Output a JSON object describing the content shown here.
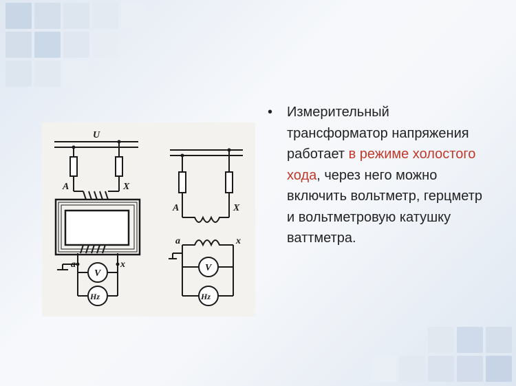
{
  "slide": {
    "diagram_labels": {
      "voltage": "U",
      "terminal_A_left": "A",
      "terminal_X_left": "X",
      "terminal_a_left": "a",
      "terminal_x_left": "x",
      "voltmeter_left": "V",
      "hz_left": "Hz",
      "terminal_A_right": "A",
      "terminal_X_right": "X",
      "terminal_a_right": "a",
      "terminal_x_right": "x",
      "voltmeter_right": "V",
      "hz_right": "Hz"
    },
    "bullet_symbol": "•",
    "text_part1": "Измерительный трансформатор напряжения работает ",
    "text_highlight": "в режиме холостого хода",
    "text_part2": ", через него можно включить вольтметр, герцметр и вольтметровую катушку ваттметра.",
    "accent_color": "#c0392b"
  }
}
